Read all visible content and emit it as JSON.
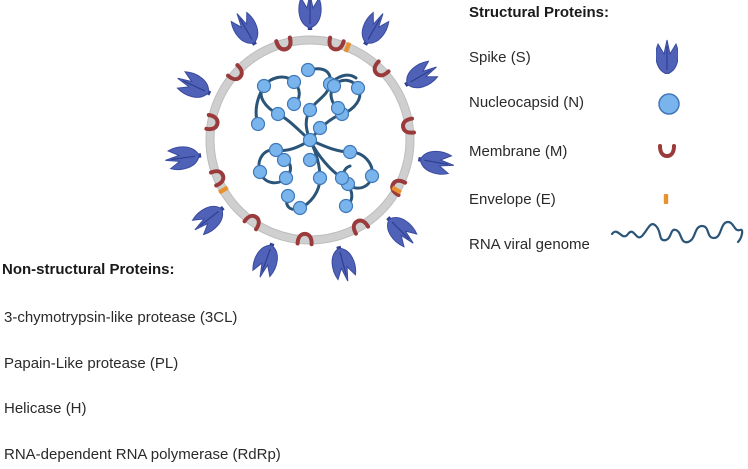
{
  "structural": {
    "heading": "Structural Proteins:",
    "items": [
      {
        "label": "Spike (S)",
        "icon": "spike-icon"
      },
      {
        "label": "Nucleocapsid (N)",
        "icon": "nucleocapsid-icon"
      },
      {
        "label": "Membrane (M)",
        "icon": "membrane-icon"
      },
      {
        "label": "Envelope (E)",
        "icon": "envelope-icon"
      },
      {
        "label": "RNA viral genome",
        "icon": "rna-genome-icon"
      }
    ]
  },
  "nonstructural": {
    "heading": "Non-structural Proteins:",
    "items": [
      "3-chymotrypsin-like protease (3CL)",
      "Papain-Like protease (PL)",
      "Helicase (H)",
      "RNA-dependent RNA polymerase (RdRp)"
    ]
  },
  "colors": {
    "spike": "#4f62b8",
    "spike_dark": "#2f3f8f",
    "nucleocapsid": "#7ab4ec",
    "nucleocapsid_stroke": "#3f78b8",
    "membrane": "#9b3a3a",
    "envelope": "#e8912f",
    "rna": "#2a5578",
    "envelope_ring": "#cfcfcf"
  }
}
